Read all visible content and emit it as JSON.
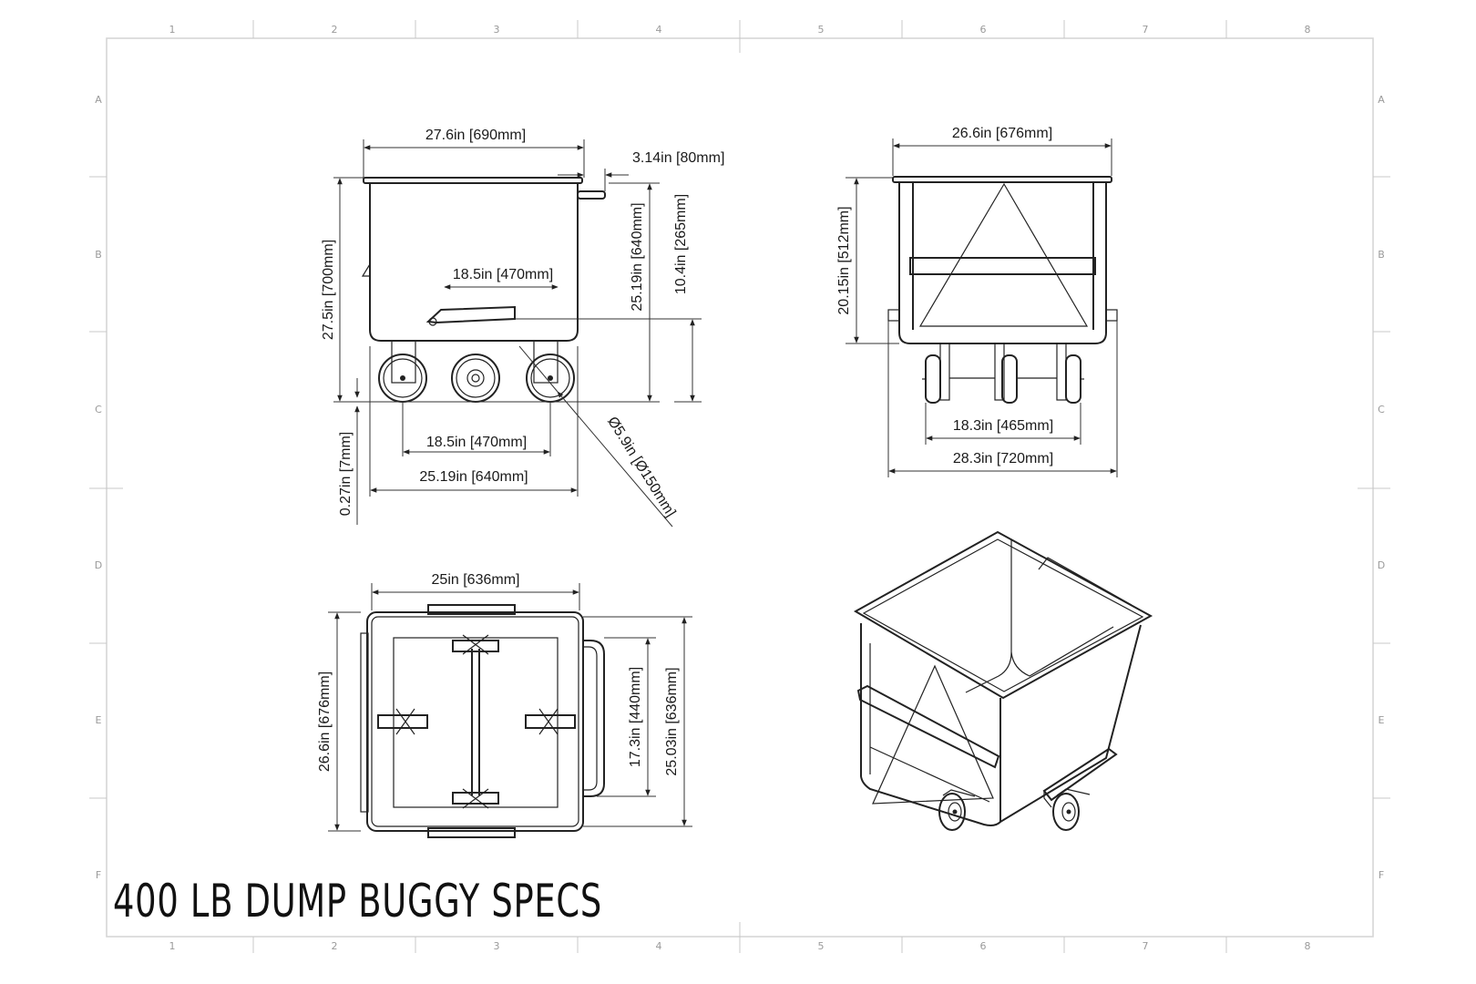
{
  "title": "400 LB DUMP BUGGY SPECS",
  "grid": {
    "columns": [
      "1",
      "2",
      "3",
      "4",
      "5",
      "6",
      "7",
      "8"
    ],
    "rows": [
      "A",
      "B",
      "C",
      "D",
      "E",
      "F"
    ]
  },
  "side_view": {
    "overall_width": "27.6in [690mm]",
    "handle_offset": "3.14in [80mm]",
    "overall_height": "27.5in [700mm]",
    "body_height": "25.19in [640mm]",
    "frame_height": "10.4in [265mm]",
    "base_length": "18.5in [470mm]",
    "wheel_base": "18.5in [470mm]",
    "wheel_span": "25.19in [640mm]",
    "ground_clearance": "0.27in [7mm]",
    "wheel_diameter": "Ø5.9in [Ø150mm]"
  },
  "front_view": {
    "top_width": "26.6in [676mm]",
    "body_height": "20.15in [512mm]",
    "wheel_track": "18.3in [465mm]",
    "overall_width": "28.3in [720mm]"
  },
  "top_view": {
    "width": "25in [636mm]",
    "depth": "26.6in [676mm]",
    "inner_depth": "17.3in [440mm]",
    "frame_depth": "25.03in [636mm]"
  }
}
